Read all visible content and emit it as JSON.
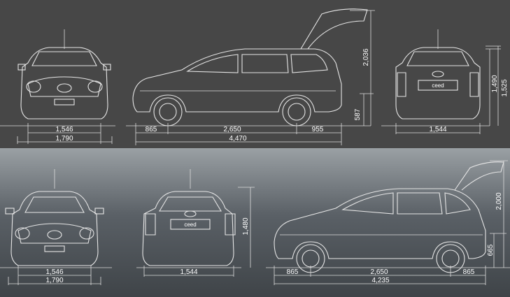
{
  "wagon": {
    "front": {
      "track": "1,546",
      "width": "1,790"
    },
    "side": {
      "front_overhang": "865",
      "wheelbase": "2,650",
      "rear_overhang": "955",
      "length": "4,470",
      "ground_height": "587",
      "open_height": "2,036"
    },
    "rear": {
      "track": "1,544",
      "height_a": "1,490",
      "height_b": "1,525"
    },
    "badge": "ceed"
  },
  "hatch": {
    "front": {
      "track": "1,546",
      "width": "1,790"
    },
    "rear": {
      "track": "1,544",
      "height": "1,480"
    },
    "side": {
      "front_overhang": "865",
      "wheelbase": "2,650",
      "rear_overhang": "865",
      "length": "4,235",
      "ground_height": "665",
      "open_height": "2,000"
    },
    "badge": "ceed"
  }
}
